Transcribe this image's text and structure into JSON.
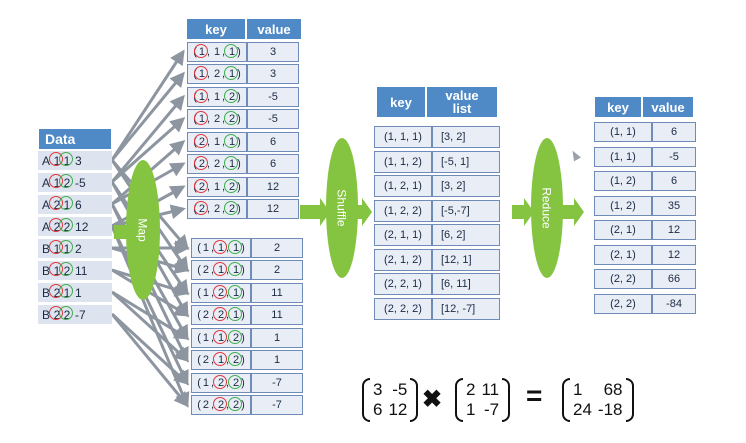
{
  "data_table": {
    "header": "Data",
    "rows": [
      {
        "m": "A",
        "i": "1",
        "j": "1",
        "v": "3"
      },
      {
        "m": "A",
        "i": "1",
        "j": "2",
        "v": "-5"
      },
      {
        "m": "A",
        "i": "2",
        "j": "1",
        "v": "6"
      },
      {
        "m": "A",
        "i": "2",
        "j": "2",
        "v": "12"
      },
      {
        "m": "B",
        "i": "1",
        "j": "1",
        "v": "2"
      },
      {
        "m": "B",
        "i": "1",
        "j": "2",
        "v": "11"
      },
      {
        "m": "B",
        "i": "2",
        "j": "1",
        "v": "1"
      },
      {
        "m": "B",
        "i": "2",
        "j": "2",
        "v": "-7"
      }
    ]
  },
  "map_stage": {
    "label": "Map"
  },
  "map_output": {
    "headers": [
      "key",
      "value"
    ],
    "groupA": [
      {
        "k": [
          "1",
          "1",
          "1"
        ],
        "v": "3"
      },
      {
        "k": [
          "1",
          "2",
          "1"
        ],
        "v": "3"
      },
      {
        "k": [
          "1",
          "1",
          "2"
        ],
        "v": "-5"
      },
      {
        "k": [
          "1",
          "2",
          "2"
        ],
        "v": "-5"
      },
      {
        "k": [
          "2",
          "1",
          "1"
        ],
        "v": "6"
      },
      {
        "k": [
          "2",
          "2",
          "1"
        ],
        "v": "6"
      },
      {
        "k": [
          "2",
          "1",
          "2"
        ],
        "v": "12"
      },
      {
        "k": [
          "2",
          "2",
          "2"
        ],
        "v": "12"
      }
    ],
    "groupB": [
      {
        "k": [
          "1",
          "1",
          "1"
        ],
        "v": "2"
      },
      {
        "k": [
          "2",
          "1",
          "1"
        ],
        "v": "2"
      },
      {
        "k": [
          "1",
          "2",
          "1"
        ],
        "v": "11"
      },
      {
        "k": [
          "2",
          "2",
          "1"
        ],
        "v": "11"
      },
      {
        "k": [
          "1",
          "1",
          "2"
        ],
        "v": "1"
      },
      {
        "k": [
          "2",
          "1",
          "2"
        ],
        "v": "1"
      },
      {
        "k": [
          "1",
          "2",
          "2"
        ],
        "v": "-7"
      },
      {
        "k": [
          "2",
          "2",
          "2"
        ],
        "v": "-7"
      }
    ]
  },
  "shuffle_stage": {
    "label": "Shuffle"
  },
  "shuffle_output": {
    "headers": [
      "key",
      "value\nlist"
    ],
    "rows": [
      {
        "key": "(1, 1, 1)",
        "list": "[3, 2]"
      },
      {
        "key": "(1, 1, 2)",
        "list": "[-5, 1]"
      },
      {
        "key": "(1, 2, 1)",
        "list": "[3, 2]"
      },
      {
        "key": "(1, 2, 2)",
        "list": "[-5,-7]"
      },
      {
        "key": "(2, 1, 1)",
        "list": "[6, 2]"
      },
      {
        "key": "(2, 1, 2)",
        "list": "[12, 1]"
      },
      {
        "key": "(2, 2, 1)",
        "list": "[6, 11]"
      },
      {
        "key": "(2, 2, 2)",
        "list": "[12, -7]"
      }
    ]
  },
  "reduce_stage": {
    "label": "Reduce"
  },
  "reduce_output": {
    "headers": [
      "key",
      "value"
    ],
    "rows": [
      {
        "key": "(1, 1)",
        "value": "6"
      },
      {
        "key": "(1, 1)",
        "value": "-5"
      },
      {
        "key": "(1, 2)",
        "value": "6"
      },
      {
        "key": "(1, 2)",
        "value": "35"
      },
      {
        "key": "(2, 1)",
        "value": "12"
      },
      {
        "key": "(2, 1)",
        "value": "12"
      },
      {
        "key": "(2, 2)",
        "value": "66"
      },
      {
        "key": "(2, 2)",
        "value": "-84"
      }
    ]
  },
  "equation": {
    "A": [
      [
        "3",
        "-5"
      ],
      [
        "6",
        "12"
      ]
    ],
    "B": [
      [
        "2",
        "11"
      ],
      [
        "1",
        "-7"
      ]
    ],
    "C": [
      [
        "1",
        "68"
      ],
      [
        "24",
        "-18"
      ]
    ],
    "times": "✖",
    "equals": "="
  },
  "colors": {
    "header": "#4f89c6",
    "cell": "#e9eef6",
    "stage": "#85c441",
    "arrow": "#8d96a0",
    "circle_red": "#e0383d",
    "circle_green": "#3fae4c"
  }
}
